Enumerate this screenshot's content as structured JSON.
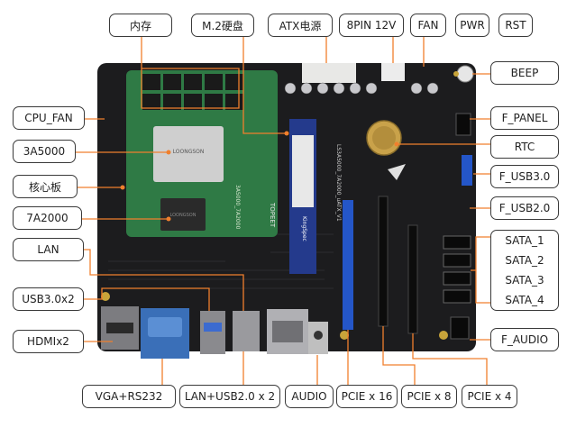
{
  "labels": {
    "memory": "内存",
    "m2": "M.2硬盘",
    "atx": "ATX电源",
    "pin8": "8PIN 12V",
    "fan": "FAN",
    "pwr": "PWR",
    "rst": "RST",
    "beep": "BEEP",
    "cpu_fan": "CPU_FAN",
    "f_panel": "F_PANEL",
    "cpu": "3A5000",
    "rtc": "RTC",
    "core_board": "核心板",
    "f_usb30": "F_USB3.0",
    "bridge": "7A2000",
    "f_usb20": "F_USB2.0",
    "lan": "LAN",
    "sata": [
      "SATA_1",
      "SATA_2",
      "SATA_3",
      "SATA_4"
    ],
    "usb30x2": "USB3.0x2",
    "hdmix2": "HDMIx2",
    "f_audio": "F_AUDIO",
    "vga_rs232": "VGA+RS232",
    "lan_usb20": "LAN+USB2.0 x 2",
    "audio": "AUDIO",
    "pcie16": "PCIE x 16",
    "pcie8": "PCIE x 8",
    "pcie4": "PCIE x 4"
  },
  "board_text": {
    "chip_cpu": "LOONGSON",
    "chip_bridge": "LOONGSON",
    "core_silk": "3A5000_7A2000",
    "brand": "TOPEET",
    "board_silk": "LS3A5000_7A2000_uATX_V1",
    "ssd_brand": "KingSpec"
  },
  "colors": {
    "pcb_main": "#1c1c1e",
    "pcb_core": "#2f7a45",
    "pcie": "#2456c8",
    "leader": "#f07f2d",
    "border": "#3a3a3a"
  }
}
